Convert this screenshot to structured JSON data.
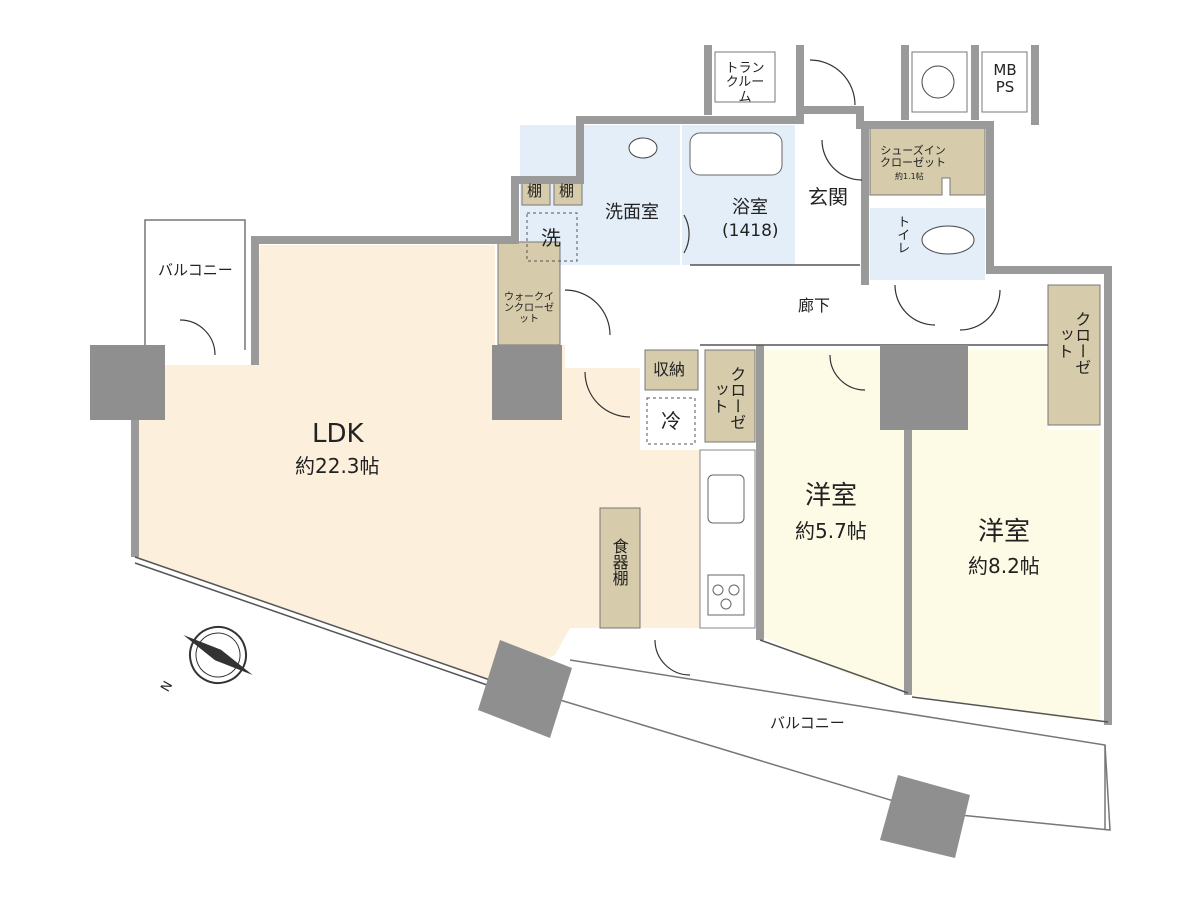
{
  "rooms": {
    "ldk": {
      "name": "LDK",
      "area": "約22.3帖"
    },
    "western1": {
      "name": "洋室",
      "area": "約5.7帖"
    },
    "western2": {
      "name": "洋室",
      "area": "約8.2帖"
    },
    "washroom": "洗面室",
    "bathroom": {
      "name": "浴室",
      "size": "(1418)"
    },
    "entrance": "玄関",
    "hallway": "廊下",
    "toilet": "トイレ",
    "shoes_closet": {
      "name": "シューズインクローゼット",
      "area": "約1.1帖"
    },
    "walkin_closet": "ウォークインクローゼット",
    "trunk_room": "トランクルーム",
    "mbps": "MB PS",
    "storage": "収納",
    "fridge": "冷",
    "washer": "洗",
    "shelf1": "棚",
    "shelf2": "棚",
    "closet1": "クローゼット",
    "closet2": "クローゼット",
    "cupboard": "食器棚",
    "balcony_small": "バルコニー",
    "balcony_main": "バルコニー"
  },
  "compass": {
    "label": "N"
  },
  "colors": {
    "ldk": "#fcefdc",
    "bedroom": "#fdfae6",
    "wet": "#e3eef9",
    "closet": "#d6cbaa",
    "wall": "#9a9a9a"
  }
}
